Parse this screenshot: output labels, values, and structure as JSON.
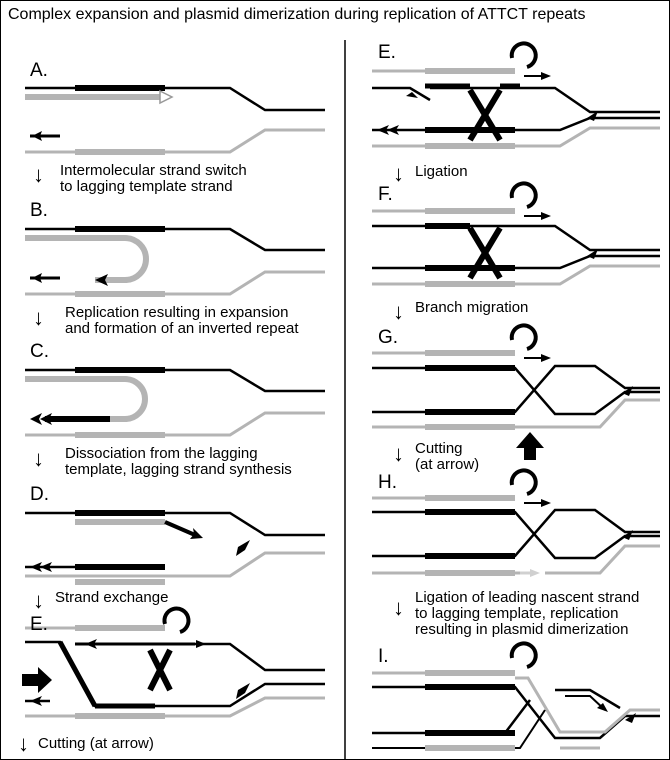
{
  "title": "Complex expansion and plasmid dimerization during replication of ATTCT repeats",
  "panels": {
    "A": "A.",
    "B": "B.",
    "C": "C.",
    "D": "D.",
    "E1": "E.",
    "E2": "E.",
    "F": "F.",
    "G": "G.",
    "H": "H.",
    "I": "I."
  },
  "steps": {
    "s1a": "Intermolecular strand switch",
    "s1b": "to lagging template strand",
    "s2a": "Replication resulting in expansion",
    "s2b": "and formation of an inverted repeat",
    "s3a": "Dissociation from the lagging",
    "s3b": "template, lagging strand synthesis",
    "s4": "Strand exchange",
    "s5": "Cutting (at arrow)",
    "s6": "Ligation",
    "s7": "Branch migration",
    "s8a": "Cutting",
    "s8b": "(at arrow)",
    "s9a": "Ligation of leading nascent strand",
    "s9b": "to lagging template, replication",
    "s9c": "resulting in plasmid dimerization"
  },
  "colors": {
    "strand": "#000000",
    "repeat_gray": "#b4b4b4",
    "frame": "#000000"
  }
}
